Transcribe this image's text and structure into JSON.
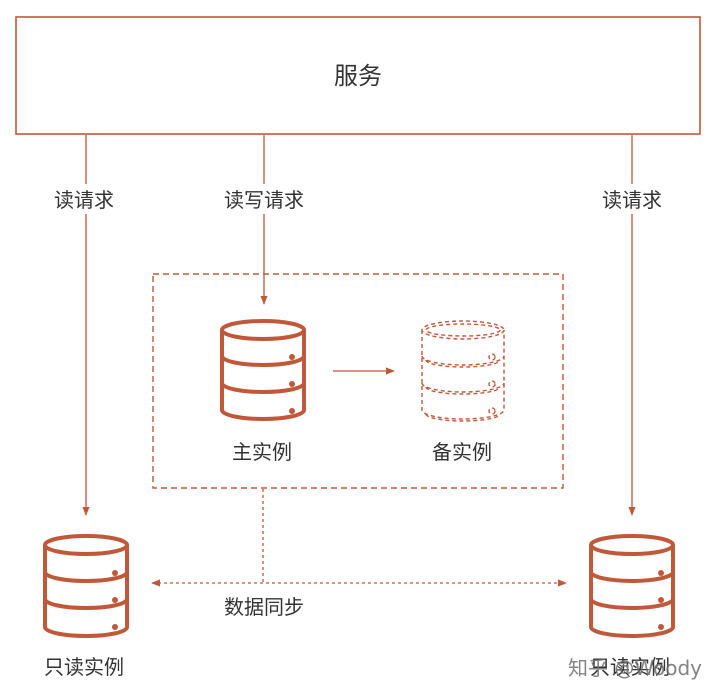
{
  "service": {
    "label": "服务"
  },
  "edges": {
    "read_left": "读请求",
    "read_write": "读写请求",
    "read_right": "读请求",
    "sync": "数据同步"
  },
  "nodes": {
    "primary": "主实例",
    "standby": "备实例",
    "readonly_left": "只读实例",
    "readonly_right": "只读实例"
  },
  "watermark": "知乎 @Woody",
  "colors": {
    "stroke": "#c0583a",
    "text": "#333333"
  }
}
